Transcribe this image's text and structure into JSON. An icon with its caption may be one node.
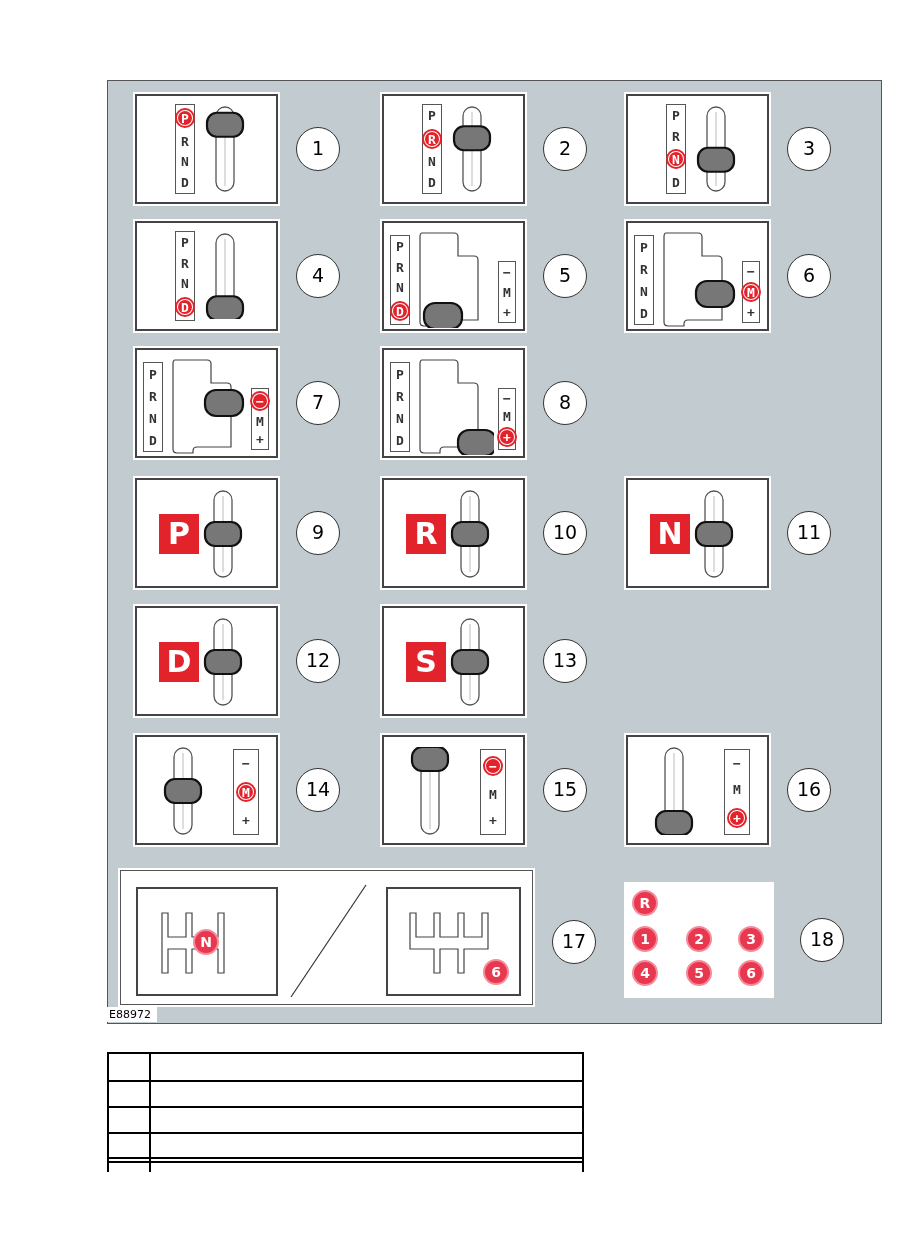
{
  "diagram": {
    "nodes": [
      {
        "text": [
          "P",
          "R",
          "N",
          "D"
        ],
        "beside": [
          "1"
        ]
      },
      {
        "text": [
          "P",
          "R",
          "N",
          "D"
        ],
        "beside": [
          "2"
        ]
      },
      {
        "text": [
          "P",
          "R",
          "N",
          "D"
        ],
        "beside": [
          "3"
        ]
      },
      {
        "text": [
          "P",
          "R",
          "N",
          "D"
        ],
        "beside": [
          "4"
        ]
      },
      {
        "text": [
          "P",
          "R",
          "N",
          "D",
          "−",
          "M",
          "+"
        ],
        "beside": [
          "5"
        ]
      },
      {
        "text": [
          "P",
          "R",
          "N",
          "D",
          "−",
          "M",
          "+"
        ],
        "beside": [
          "6"
        ]
      },
      {
        "text": [
          "P",
          "R",
          "N",
          "D",
          "−",
          "M",
          "+"
        ],
        "beside": [
          "7"
        ]
      },
      {
        "text": [
          "P",
          "R",
          "N",
          "D",
          "−",
          "M",
          "+"
        ],
        "beside": [
          "8"
        ]
      },
      {
        "text": [
          "P"
        ],
        "beside": [
          "9"
        ]
      },
      {
        "text": [
          "R"
        ],
        "beside": [
          "10"
        ]
      },
      {
        "text": [
          "N"
        ],
        "beside": [
          "11"
        ]
      },
      {
        "text": [
          "D"
        ],
        "beside": [
          "12"
        ]
      },
      {
        "text": [
          "S"
        ],
        "beside": [
          "13"
        ]
      },
      {
        "text": [
          "−",
          "M",
          "+"
        ],
        "beside": [
          "14"
        ]
      },
      {
        "text": [
          "−",
          "M",
          "+"
        ],
        "beside": [
          "15"
        ]
      },
      {
        "text": [
          "−",
          "M",
          "+"
        ],
        "beside": [
          "16"
        ]
      },
      {
        "text": [],
        "shape": "box",
        "beside": [
          "17"
        ]
      },
      {
        "text": [
          "N"
        ],
        "in": 16
      },
      {
        "text": [
          "6"
        ],
        "in": 16
      },
      {
        "text": [
          "R",
          "1",
          "2",
          "3",
          "4",
          "5",
          "6"
        ],
        "beside": [
          "18"
        ]
      }
    ],
    "labels": [
      "E88972"
    ]
  }
}
